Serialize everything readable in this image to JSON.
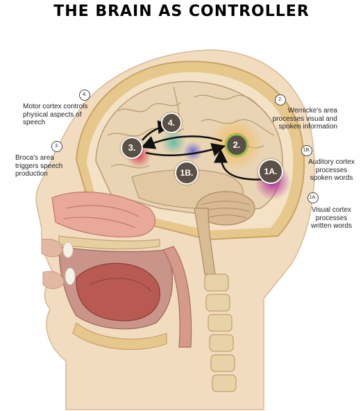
{
  "title": "THE BRAIN AS CONTROLLER",
  "annotations": {
    "motor": {
      "marker": "4.",
      "text": "Motor cortex controls physical aspects of speech"
    },
    "broca": {
      "marker": "3.",
      "text": "Broca's area triggers speech production"
    },
    "wernicke": {
      "marker": "2.",
      "text": "Wernicke's area processes visual and spoken information"
    },
    "auditory": {
      "marker": "1B.",
      "text": "Auditory cortex processes spoken words"
    },
    "visual": {
      "marker": "1A.",
      "text": "Visual cortex processes written words"
    }
  },
  "badges": {
    "motor": "4.",
    "broca": "3.",
    "wernicke": "2.",
    "auditory": "1B.",
    "visual": "1A."
  },
  "colors": {
    "skin": "#f2dcc0",
    "skull": "#e6c88c",
    "brain": "#e9d4b3",
    "badge": "#5a5046",
    "wernicke_glow": "#f5b64a",
    "visual_glow": "#b0269a",
    "broca_glow": "#d8344c",
    "motor_glow": "#5bb8a6",
    "auditory_glow": "#6a6ad8",
    "wernicke_ring": "#8fd24a"
  }
}
